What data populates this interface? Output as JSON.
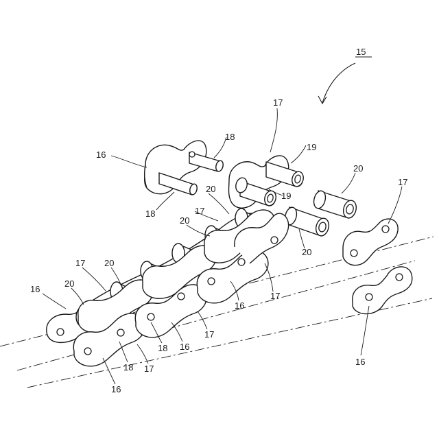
{
  "figure": {
    "assembly_label": "15",
    "callouts": [
      {
        "id": "c15",
        "text": "15"
      },
      {
        "id": "c17-top",
        "text": "17"
      },
      {
        "id": "c18-top",
        "text": "18"
      },
      {
        "id": "c16-left-top",
        "text": "16"
      },
      {
        "id": "c19-a",
        "text": "19"
      },
      {
        "id": "c19-b",
        "text": "19"
      },
      {
        "id": "c20-right",
        "text": "20"
      },
      {
        "id": "c17-right",
        "text": "17"
      },
      {
        "id": "c18-mid",
        "text": "18"
      },
      {
        "id": "c20-mid-a",
        "text": "20"
      },
      {
        "id": "c17-mid-a",
        "text": "17"
      },
      {
        "id": "c20-mid-b",
        "text": "20"
      },
      {
        "id": "c20-bushing",
        "text": "20"
      },
      {
        "id": "c17-left",
        "text": "17"
      },
      {
        "id": "c20-left-a",
        "text": "20"
      },
      {
        "id": "c16-left",
        "text": "16"
      },
      {
        "id": "c20-left-b",
        "text": "20"
      },
      {
        "id": "c17-chain-right",
        "text": "17"
      },
      {
        "id": "c16-chain-mid",
        "text": "16"
      },
      {
        "id": "c17-chain-mid",
        "text": "17"
      },
      {
        "id": "c18-bottom",
        "text": "18"
      },
      {
        "id": "c16-bottom-mid",
        "text": "16"
      },
      {
        "id": "c18-bottom-left",
        "text": "18"
      },
      {
        "id": "c17-bottom",
        "text": "17"
      },
      {
        "id": "c16-bottom",
        "text": "16"
      },
      {
        "id": "c16-exploded",
        "text": "16"
      }
    ]
  }
}
